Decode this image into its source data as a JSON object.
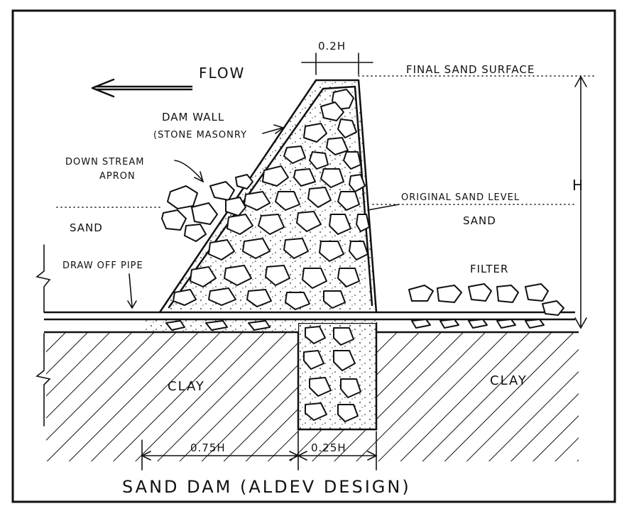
{
  "labels": {
    "crest_width": "0.2H",
    "flow": "FLOW",
    "final_sand_surface": "FINAL SAND SURFACE",
    "dam_wall_line1": "DAM WALL",
    "dam_wall_line2": "(STONE MASONRY",
    "downstream_apron_line1": "DOWN STREAM",
    "downstream_apron_line2": "APRON",
    "height": "H",
    "original_sand_level": "ORIGINAL SAND LEVEL",
    "sand_left": "SAND",
    "sand_right": "SAND",
    "draw_off_pipe": "DRAW OFF PIPE",
    "filter": "FILTER",
    "clay_left": "CLAY",
    "clay_right": "CLAY",
    "base_width": "0.75H",
    "key_width": "0.25H",
    "title": "SAND DAM (ALDEV DESIGN)"
  }
}
